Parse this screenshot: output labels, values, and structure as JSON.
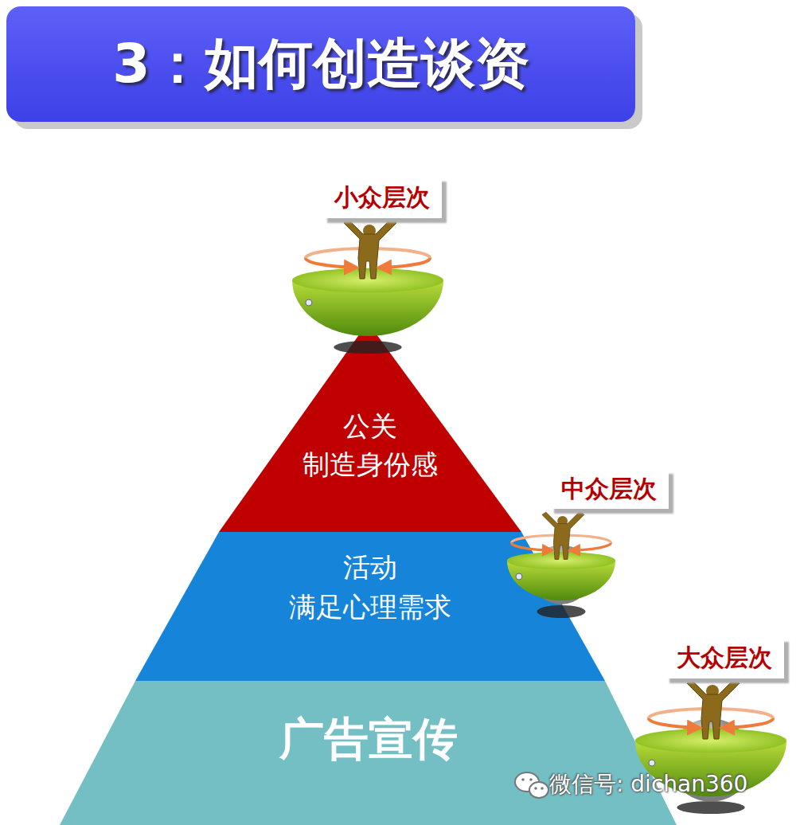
{
  "diagram": {
    "title": "3：如何创造谈资",
    "nodes": [
      {
        "text": [
          "小众层次"
        ]
      },
      {
        "text": [
          "公关",
          "制造身份感"
        ]
      },
      {
        "text": [
          "中众层次"
        ]
      },
      {
        "text": [
          "活动",
          "满足心理需求"
        ]
      },
      {
        "text": [
          "大众层次"
        ]
      },
      {
        "text": [
          "广告宣传"
        ]
      }
    ],
    "labels": [
      "微信号: dichan360"
    ]
  }
}
